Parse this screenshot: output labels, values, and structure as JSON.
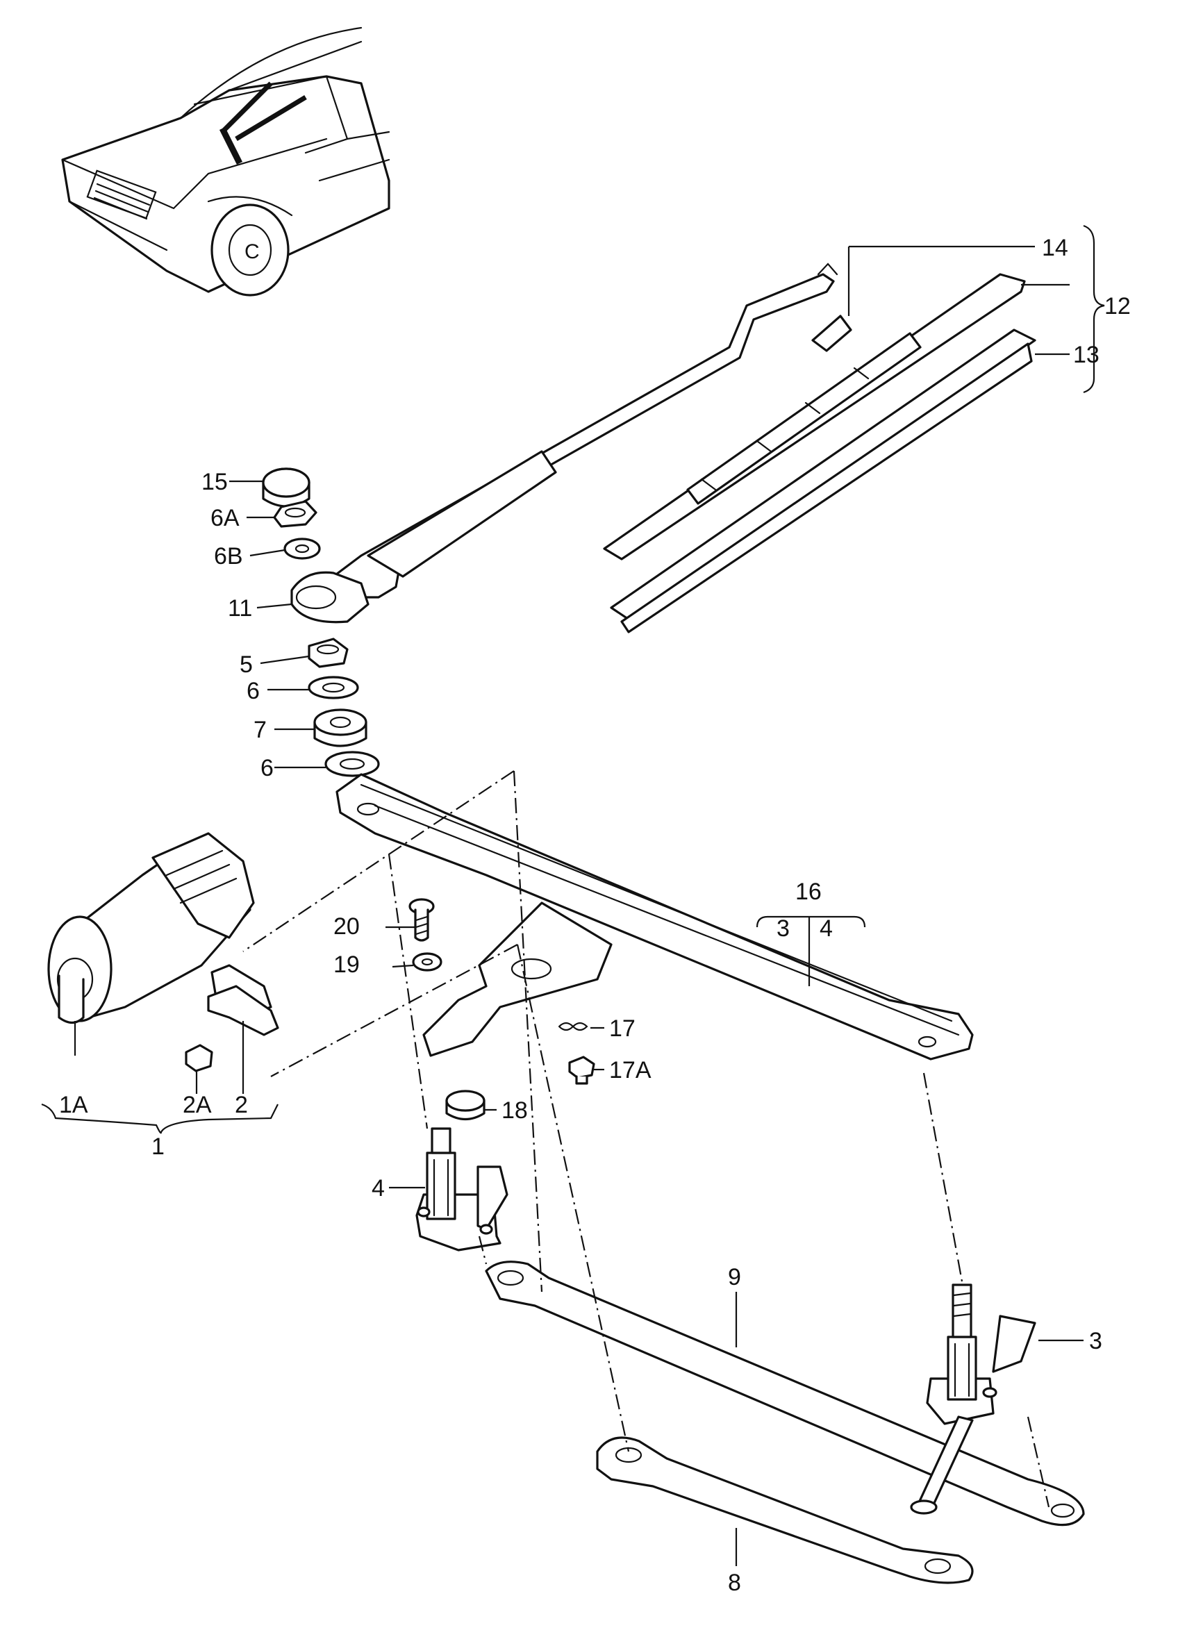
{
  "callouts": {
    "c1": "1",
    "c1A": "1A",
    "c2": "2",
    "c2A": "2A",
    "c3": "3",
    "c4": "4",
    "c5": "5",
    "c6a": "6",
    "c6b": "6",
    "c6A": "6A",
    "c6B": "6B",
    "c7": "7",
    "c8": "8",
    "c9": "9",
    "c11": "11",
    "c12": "12",
    "c13": "13",
    "c14": "14",
    "c15": "15",
    "c16": "16",
    "c16_3": "3",
    "c16_4": "4",
    "c17": "17",
    "c17A": "17A",
    "c18": "18",
    "c19": "19",
    "c20": "20"
  }
}
